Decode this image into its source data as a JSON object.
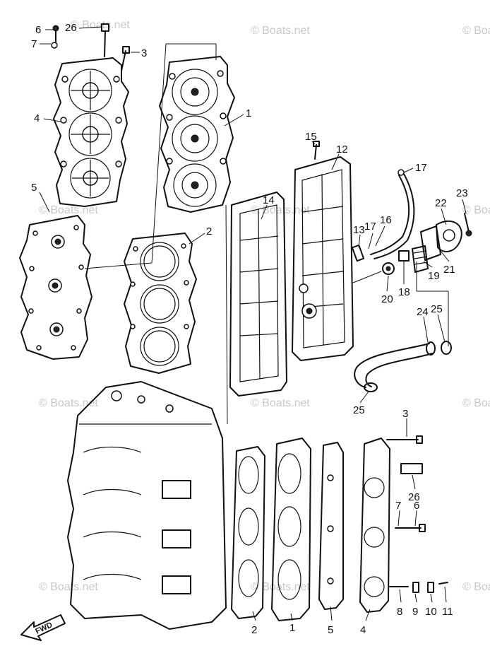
{
  "watermark": "© Boats.net",
  "fwd_label": "FWD",
  "callouts": [
    {
      "id": "c6a",
      "text": "6"
    },
    {
      "id": "c26a",
      "text": "26"
    },
    {
      "id": "c7a",
      "text": "7"
    },
    {
      "id": "c3a",
      "text": "3"
    },
    {
      "id": "c4a",
      "text": "4"
    },
    {
      "id": "c1a",
      "text": "1"
    },
    {
      "id": "c5a",
      "text": "5"
    },
    {
      "id": "c2a",
      "text": "2"
    },
    {
      "id": "c15",
      "text": "15"
    },
    {
      "id": "c12",
      "text": "12"
    },
    {
      "id": "c14",
      "text": "14"
    },
    {
      "id": "c17a",
      "text": "17"
    },
    {
      "id": "c13",
      "text": "13"
    },
    {
      "id": "c17b",
      "text": "17"
    },
    {
      "id": "c16",
      "text": "16"
    },
    {
      "id": "c22",
      "text": "22"
    },
    {
      "id": "c23",
      "text": "23"
    },
    {
      "id": "c19",
      "text": "19"
    },
    {
      "id": "c21",
      "text": "21"
    },
    {
      "id": "c20",
      "text": "20"
    },
    {
      "id": "c18",
      "text": "18"
    },
    {
      "id": "c24",
      "text": "24"
    },
    {
      "id": "c25a",
      "text": "25"
    },
    {
      "id": "c25b",
      "text": "25"
    },
    {
      "id": "c3b",
      "text": "3"
    },
    {
      "id": "c26b",
      "text": "26"
    },
    {
      "id": "c7b",
      "text": "7"
    },
    {
      "id": "c6b",
      "text": "6"
    },
    {
      "id": "c2b",
      "text": "2"
    },
    {
      "id": "c1b",
      "text": "1"
    },
    {
      "id": "c5b",
      "text": "5"
    },
    {
      "id": "c4b",
      "text": "4"
    },
    {
      "id": "c8",
      "text": "8"
    },
    {
      "id": "c9",
      "text": "9"
    },
    {
      "id": "c10",
      "text": "10"
    },
    {
      "id": "c11",
      "text": "11"
    }
  ]
}
